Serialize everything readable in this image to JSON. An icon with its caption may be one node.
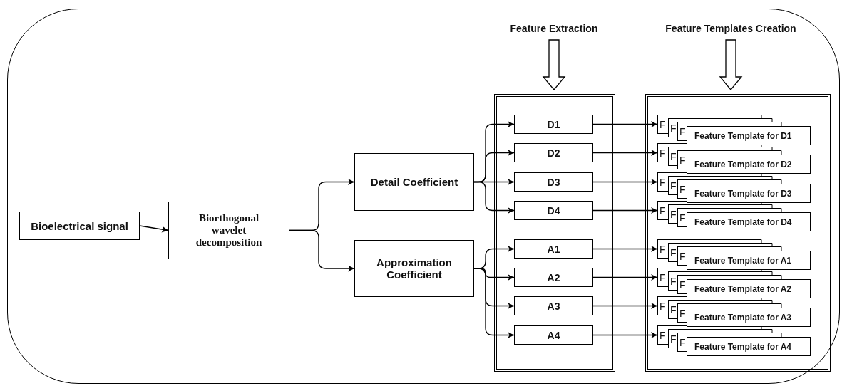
{
  "diagram": {
    "nodes": [
      {
        "text": [
          "Bioelectrical signal"
        ]
      },
      {
        "text": [
          "Biorthogonal wavelet decomposition"
        ]
      },
      {
        "text": [
          "Detail Coefficient"
        ]
      },
      {
        "text": [
          "Approximation Coefficient"
        ]
      },
      {
        "text": [
          "Feature Extraction"
        ]
      },
      {
        "text": [
          "Feature Templates Creation"
        ]
      },
      {
        "text": [],
        "shape": "box"
      },
      {
        "text": [
          "D1"
        ],
        "in": 6
      },
      {
        "text": [
          "D2"
        ],
        "in": 6
      },
      {
        "text": [
          "D3"
        ],
        "in": 6
      },
      {
        "text": [
          "D4"
        ],
        "in": 6
      },
      {
        "text": [
          "A1"
        ],
        "in": 6
      },
      {
        "text": [
          "A2"
        ],
        "in": 6
      },
      {
        "text": [
          "A3"
        ],
        "in": 6
      },
      {
        "text": [
          "A4"
        ],
        "in": 6
      },
      {
        "text": [],
        "shape": "box"
      },
      {
        "text": [
          "F"
        ],
        "in": 15
      },
      {
        "text": [
          "F"
        ],
        "in": 15
      },
      {
        "text": [
          "F"
        ],
        "in": 15
      },
      {
        "text": [
          "Feature Template for D1"
        ],
        "in": 15
      },
      {
        "text": [
          "F"
        ],
        "in": 15
      },
      {
        "text": [
          "F"
        ],
        "in": 15
      },
      {
        "text": [
          "F"
        ],
        "in": 15
      },
      {
        "text": [
          "Feature Template for D2"
        ],
        "in": 15
      },
      {
        "text": [
          "F"
        ],
        "in": 15
      },
      {
        "text": [
          "F"
        ],
        "in": 15
      },
      {
        "text": [
          "F"
        ],
        "in": 15
      },
      {
        "text": [
          "Feature Template for D3"
        ],
        "in": 15
      },
      {
        "text": [
          "F"
        ],
        "in": 15
      },
      {
        "text": [
          "F"
        ],
        "in": 15
      },
      {
        "text": [
          "F"
        ],
        "in": 15
      },
      {
        "text": [
          "Feature Template for D4"
        ],
        "in": 15
      },
      {
        "text": [
          "F"
        ],
        "in": 15
      },
      {
        "text": [
          "F"
        ],
        "in": 15
      },
      {
        "text": [
          "F"
        ],
        "in": 15
      },
      {
        "text": [
          "Feature Template for A1"
        ],
        "in": 15
      },
      {
        "text": [
          "F"
        ],
        "in": 15
      },
      {
        "text": [
          "F"
        ],
        "in": 15
      },
      {
        "text": [
          "F"
        ],
        "in": 15
      },
      {
        "text": [
          "Feature Template for A2"
        ],
        "in": 15
      },
      {
        "text": [
          "F"
        ],
        "in": 15
      },
      {
        "text": [
          "F"
        ],
        "in": 15
      },
      {
        "text": [
          "F"
        ],
        "in": 15
      },
      {
        "text": [
          "Feature Template for A3"
        ],
        "in": 15
      },
      {
        "text": [
          "F"
        ],
        "in": 15
      },
      {
        "text": [
          "F"
        ],
        "in": 15
      },
      {
        "text": [
          "F"
        ],
        "in": 15
      },
      {
        "text": [
          "Feature Template for A4"
        ],
        "in": 15
      }
    ],
    "edges": [
      {
        "from": 0,
        "to": 1,
        "arrow": "to"
      },
      {
        "from": 1,
        "to": 2,
        "arrow": "to"
      },
      {
        "from": 1,
        "to": 3,
        "arrow": "to"
      },
      {
        "from": 2,
        "to": 7,
        "arrow": "to"
      },
      {
        "from": 2,
        "to": 8,
        "arrow": "to"
      },
      {
        "from": 2,
        "to": 9,
        "arrow": "to"
      },
      {
        "from": 2,
        "to": 10,
        "arrow": "to"
      },
      {
        "from": 3,
        "to": 11,
        "arrow": "to"
      },
      {
        "from": 3,
        "to": 12,
        "arrow": "to"
      },
      {
        "from": 3,
        "to": 13,
        "arrow": "to"
      },
      {
        "from": 3,
        "to": 14,
        "arrow": "to"
      },
      {
        "from": 4,
        "to": 6,
        "arrow": "to",
        "style": "thick"
      },
      {
        "from": 5,
        "to": 15,
        "arrow": "to",
        "style": "thick"
      },
      {
        "from": 7,
        "to": 16,
        "arrow": "to"
      },
      {
        "from": 8,
        "to": 20,
        "arrow": "to"
      },
      {
        "from": 9,
        "to": 24,
        "arrow": "to"
      },
      {
        "from": 10,
        "to": 28,
        "arrow": "to"
      },
      {
        "from": 11,
        "to": 32,
        "arrow": "to"
      },
      {
        "from": 12,
        "to": 36,
        "arrow": "to"
      },
      {
        "from": 13,
        "to": 40,
        "arrow": "to"
      },
      {
        "from": 14,
        "to": 44,
        "arrow": "to"
      }
    ]
  }
}
